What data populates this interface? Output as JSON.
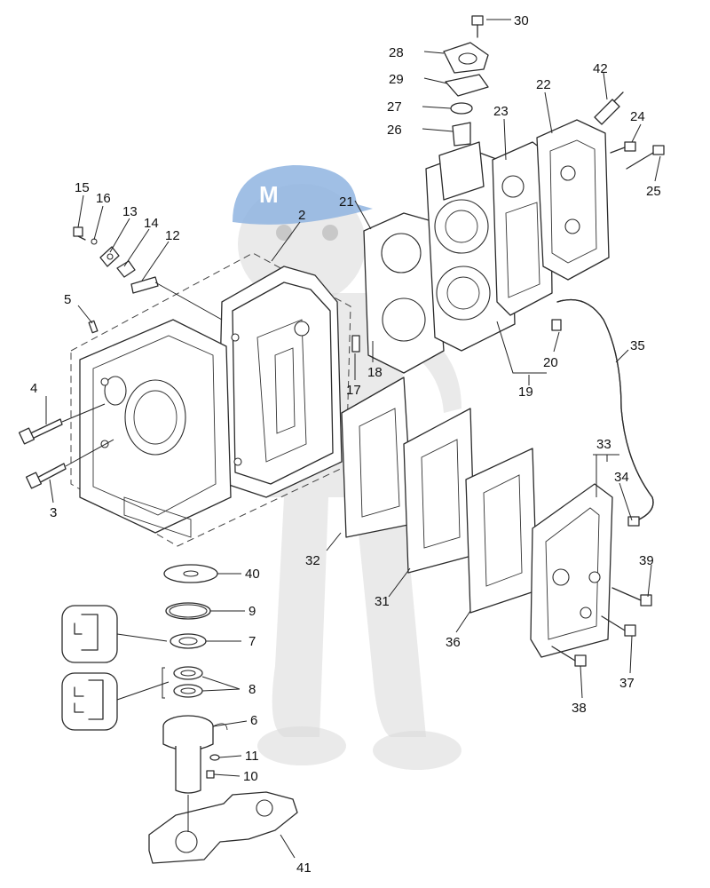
{
  "watermark": {
    "cap_letter": "M",
    "cap_color": "#8fb4e0",
    "body_color": "#d4d4d4"
  },
  "callouts": [
    {
      "id": "c30",
      "text": "30"
    },
    {
      "id": "c28",
      "text": "28"
    },
    {
      "id": "c29",
      "text": "29"
    },
    {
      "id": "c27",
      "text": "27"
    },
    {
      "id": "c26",
      "text": "26"
    },
    {
      "id": "c42",
      "text": "42"
    },
    {
      "id": "c22",
      "text": "22"
    },
    {
      "id": "c23",
      "text": "23"
    },
    {
      "id": "c24",
      "text": "24"
    },
    {
      "id": "c25",
      "text": "25"
    },
    {
      "id": "c15",
      "text": "15"
    },
    {
      "id": "c16",
      "text": "16"
    },
    {
      "id": "c13",
      "text": "13"
    },
    {
      "id": "c14",
      "text": "14"
    },
    {
      "id": "c12",
      "text": "12"
    },
    {
      "id": "c2",
      "text": "2"
    },
    {
      "id": "c21",
      "text": "21"
    },
    {
      "id": "c5",
      "text": "5"
    },
    {
      "id": "c4",
      "text": "4"
    },
    {
      "id": "c18",
      "text": "18"
    },
    {
      "id": "c17",
      "text": "17"
    },
    {
      "id": "c20",
      "text": "20"
    },
    {
      "id": "c19",
      "text": "19"
    },
    {
      "id": "c35",
      "text": "35"
    },
    {
      "id": "c3",
      "text": "3"
    },
    {
      "id": "c33",
      "text": "33"
    },
    {
      "id": "c34",
      "text": "34"
    },
    {
      "id": "c32",
      "text": "32"
    },
    {
      "id": "c31",
      "text": "31"
    },
    {
      "id": "c39",
      "text": "39"
    },
    {
      "id": "c40",
      "text": "40"
    },
    {
      "id": "c9",
      "text": "9"
    },
    {
      "id": "c7",
      "text": "7"
    },
    {
      "id": "c36",
      "text": "36"
    },
    {
      "id": "c37",
      "text": "37"
    },
    {
      "id": "c8",
      "text": "8"
    },
    {
      "id": "c38",
      "text": "38"
    },
    {
      "id": "c6",
      "text": "6"
    },
    {
      "id": "c11",
      "text": "11"
    },
    {
      "id": "c10",
      "text": "10"
    },
    {
      "id": "c41",
      "text": "41"
    }
  ]
}
